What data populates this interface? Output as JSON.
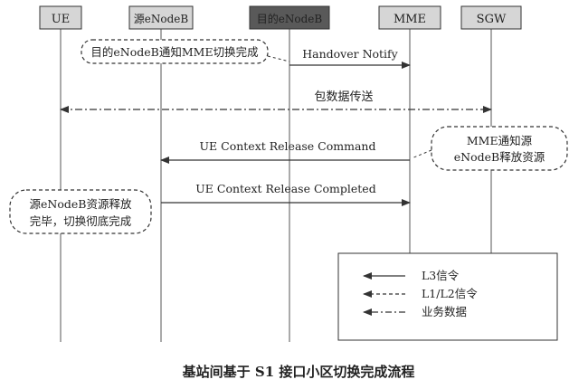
{
  "entities": {
    "ue": "UE",
    "src_enb": "源eNodeB",
    "dst_enb": "目的eNodeB",
    "mme": "MME",
    "sgw": "SGW"
  },
  "notes": {
    "target_notify": "目的eNodeB通知MME切换完成",
    "mme_notify_l1": "MME通知源",
    "mme_notify_l2": "eNodeB释放资源",
    "src_release_l1": "源eNodeB资源释放",
    "src_release_l2": "完毕，切换彻底完成"
  },
  "messages": {
    "handover_notify": "Handover Notify",
    "packet_data": "包数据传送",
    "ctx_release_cmd": "UE Context Release Command",
    "ctx_release_complete": "UE Context Release Completed"
  },
  "legend": {
    "l3": "L3信令",
    "l1l2": "L1/L2信令",
    "data": "业务数据"
  },
  "caption": "基站间基于 S1 接口小区切换完成流程",
  "colors": {
    "ue_box": "#d6d6d6",
    "src_box": "#d6d6d6",
    "dst_box": "#595959",
    "mme_box": "#d6d6d6",
    "sgw_box": "#d6d6d6",
    "line": "#333333"
  }
}
